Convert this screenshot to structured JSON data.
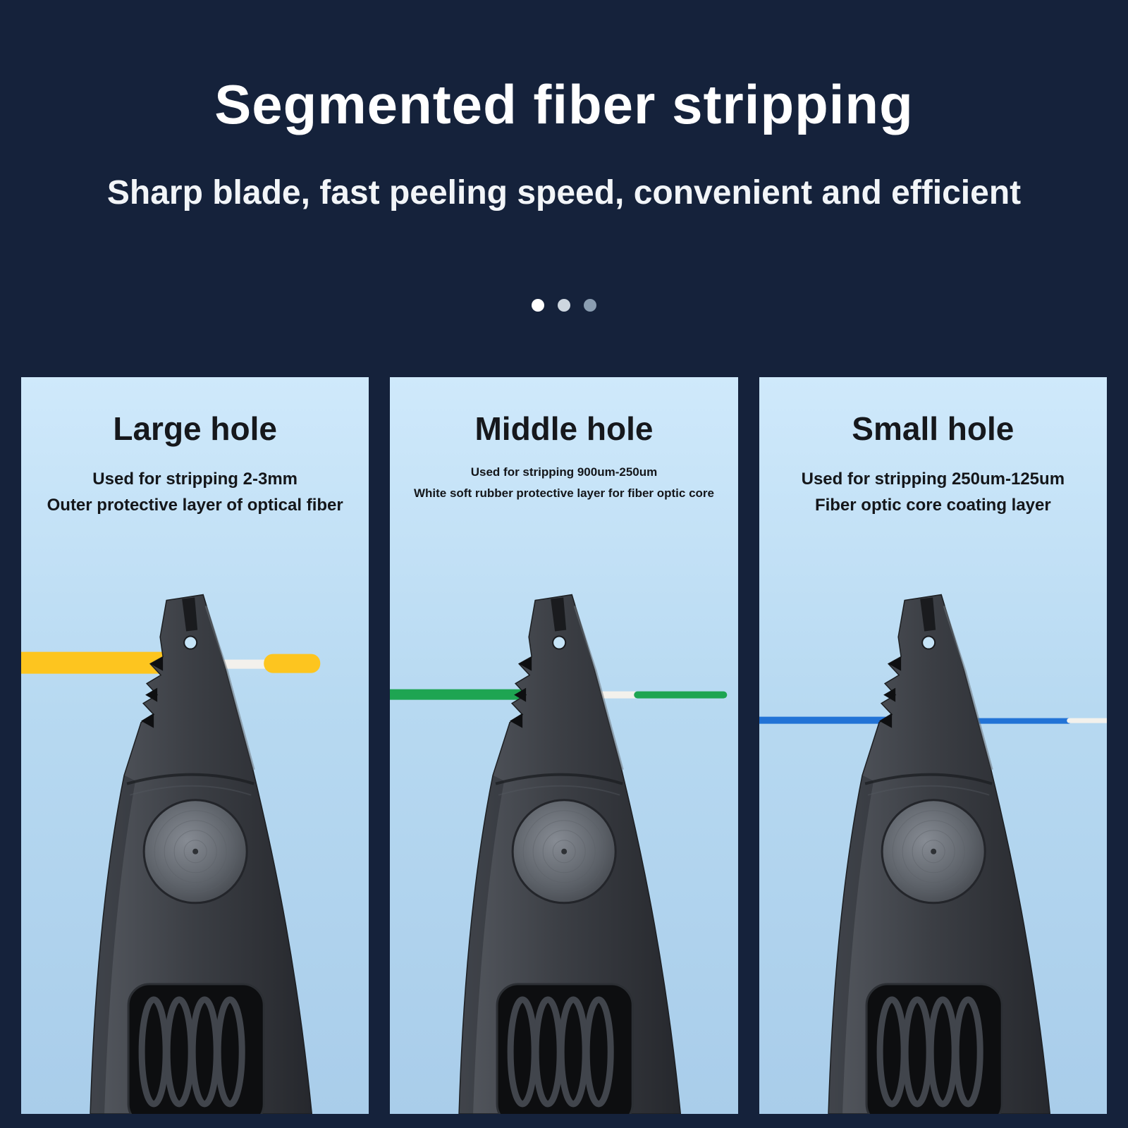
{
  "page": {
    "bg_color": "#15223b",
    "title": "Segmented fiber stripping",
    "subtitle": "Sharp blade, fast peeling speed, convenient and efficient",
    "carousel": {
      "dot_colors": [
        "#ffffff",
        "#cdd6df",
        "#8a9db1"
      ]
    }
  },
  "panels": [
    {
      "id": "large-hole",
      "title": "Large hole",
      "desc_line1": "Used for stripping 2-3mm",
      "desc_line2": "Outer protective layer of optical fiber",
      "cable_color": "#fdc51f",
      "stripped_color": "#f3f1ec"
    },
    {
      "id": "middle-hole",
      "title": "Middle hole",
      "desc_line1": "Used for stripping 900um-250um",
      "desc_line2": "White soft rubber protective layer for fiber optic core",
      "cable_color": "#1ea552",
      "stripped_color": "#f3f1ec"
    },
    {
      "id": "small-hole",
      "title": "Small hole",
      "desc_line1": "Used for stripping 250um-125um",
      "desc_line2": "Fiber optic core coating layer",
      "cable_color": "#2273d6",
      "stripped_color": "#f3f1ec"
    }
  ]
}
